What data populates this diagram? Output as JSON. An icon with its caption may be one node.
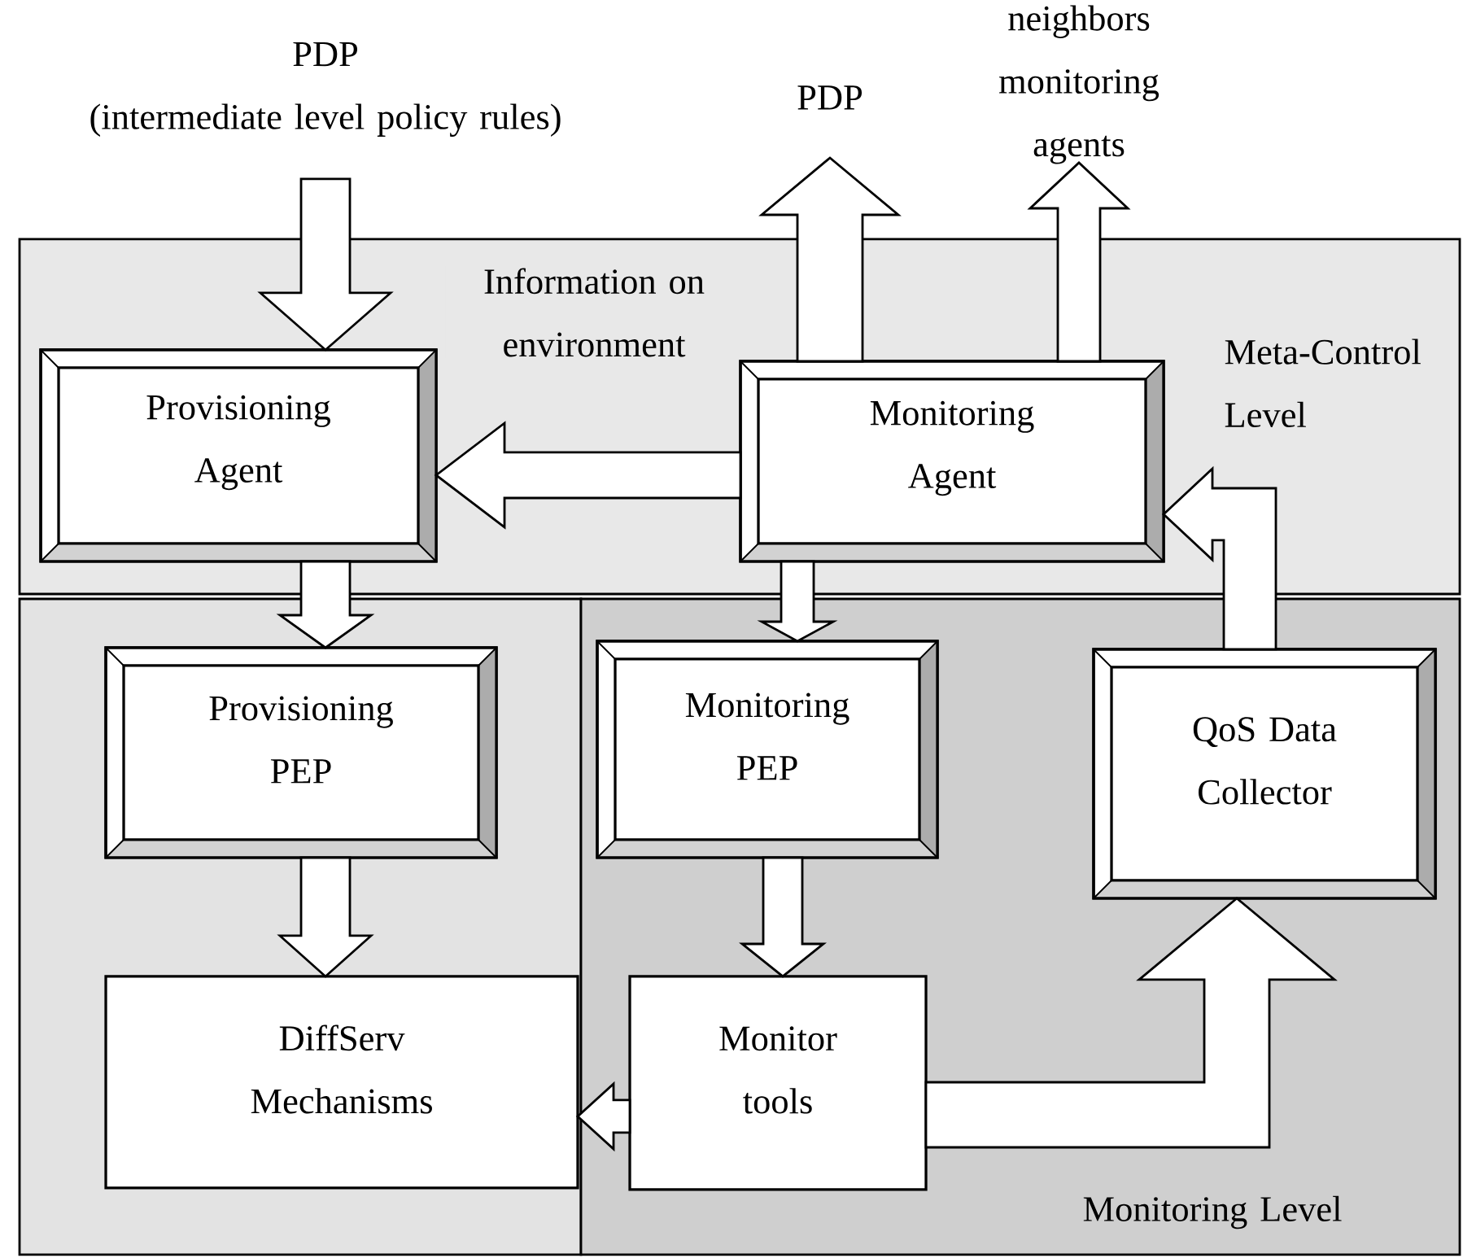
{
  "diagram": {
    "nodes": [
      {
        "text": [
          "Meta-Control Level"
        ]
      },
      {
        "text": [
          "PDP",
          "(intermediate level policy rules)"
        ]
      },
      {
        "text": [
          "PDP"
        ]
      },
      {
        "text": [
          "neighbors monitoring agents"
        ]
      },
      {
        "text": [
          "Provisioning Agent"
        ],
        "in": 0
      },
      {
        "text": [
          "Monitoring Agent"
        ],
        "in": 0
      },
      {
        "text": [],
        "shape": "box"
      },
      {
        "text": [
          "Monitoring Level"
        ]
      },
      {
        "text": [
          "Provisioning PEP"
        ],
        "in": 6
      },
      {
        "text": [
          "DiffServ Mechanisms"
        ],
        "in": 6
      },
      {
        "text": [
          "Monitoring PEP"
        ],
        "in": 7
      },
      {
        "text": [
          "QoS Data Collector"
        ],
        "in": 7
      },
      {
        "text": [
          "Monitor tools"
        ],
        "in": 7
      }
    ],
    "edges": [
      {
        "from": 1,
        "to": 4,
        "arrow": "to"
      },
      {
        "from": 5,
        "to": 2,
        "arrow": "to"
      },
      {
        "from": 5,
        "to": 3,
        "arrow": "to"
      },
      {
        "from": 5,
        "to": 4,
        "arrow": "to",
        "label": "Information on environment"
      },
      {
        "from": 11,
        "to": 5,
        "arrow": "to"
      },
      {
        "from": 4,
        "to": 8,
        "arrow": "to"
      },
      {
        "from": 5,
        "to": 10,
        "arrow": "to"
      },
      {
        "from": 8,
        "to": 9,
        "arrow": "to"
      },
      {
        "from": 10,
        "to": 12,
        "arrow": "to"
      },
      {
        "from": 12,
        "to": 11,
        "arrow": "to"
      },
      {
        "from": 12,
        "to": 9,
        "arrow": "to"
      }
    ]
  }
}
